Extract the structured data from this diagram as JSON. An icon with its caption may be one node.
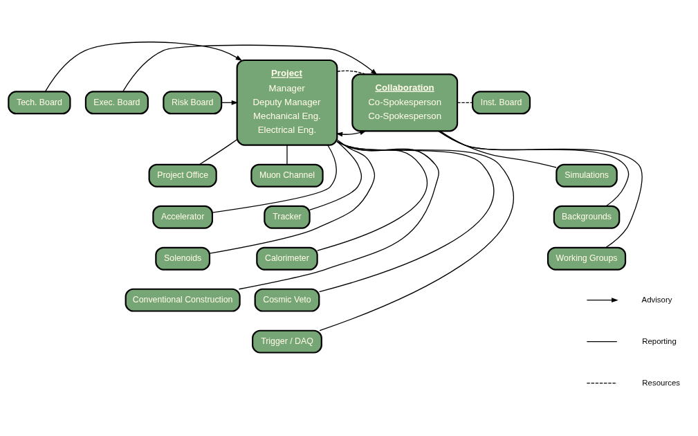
{
  "diagram": {
    "nodes": [
      {
        "text": [
          "Tech. Board"
        ]
      },
      {
        "text": [
          "Risk Board"
        ]
      },
      {
        "text": [
          "Project",
          "Manager",
          "Deputy Manager",
          "Mechanical Eng.",
          "Electrical Eng."
        ]
      },
      {
        "text": [
          "Collaboration",
          "Co-Spokesperson",
          "Co-Spokesperson"
        ]
      },
      {
        "text": [
          "Exec. Board"
        ]
      },
      {
        "text": [
          "Inst. Board"
        ]
      },
      {
        "text": [
          "Project Office"
        ]
      },
      {
        "text": [
          "Muon Channel"
        ]
      },
      {
        "text": [
          "Accelerator"
        ]
      },
      {
        "text": [
          "Tracker"
        ]
      },
      {
        "text": [
          "Solenoids"
        ]
      },
      {
        "text": [
          "Calorimeter"
        ]
      },
      {
        "text": [
          "Conventional Construction"
        ]
      },
      {
        "text": [
          "Cosmic Veto"
        ]
      },
      {
        "text": [
          "Trigger / DAQ"
        ]
      },
      {
        "text": [
          "Simulations"
        ]
      },
      {
        "text": [
          "Backgrounds"
        ]
      },
      {
        "text": [
          "Working Groups"
        ]
      }
    ],
    "edges": [
      {
        "from": 0,
        "to": 2,
        "arrow": "to"
      },
      {
        "from": 1,
        "to": 2,
        "arrow": "to"
      },
      {
        "from": 2,
        "to": 3,
        "arrow": "both"
      },
      {
        "from": 2,
        "to": 3,
        "arrow": "none",
        "style": "dashed"
      },
      {
        "from": 4,
        "to": 3,
        "arrow": "to"
      },
      {
        "from": 3,
        "to": 5,
        "arrow": "none",
        "style": "dashed"
      },
      {
        "from": 2,
        "to": 6,
        "arrow": "none"
      },
      {
        "from": 2,
        "to": 7,
        "arrow": "none"
      },
      {
        "from": 2,
        "to": 8,
        "arrow": "none"
      },
      {
        "from": 2,
        "to": 9,
        "arrow": "none"
      },
      {
        "from": 2,
        "to": 10,
        "arrow": "none"
      },
      {
        "from": 2,
        "to": 11,
        "arrow": "none"
      },
      {
        "from": 2,
        "to": 12,
        "arrow": "none"
      },
      {
        "from": 2,
        "to": 13,
        "arrow": "none"
      },
      {
        "from": 2,
        "to": 14,
        "arrow": "none"
      },
      {
        "from": 3,
        "to": 15,
        "arrow": "none"
      },
      {
        "from": 3,
        "to": 16,
        "arrow": "none"
      },
      {
        "from": 3,
        "to": 17,
        "arrow": "none"
      }
    ],
    "legend": [
      {
        "text": "Advisory"
      },
      {
        "text": "Reporting"
      },
      {
        "text": "Resources"
      }
    ]
  }
}
